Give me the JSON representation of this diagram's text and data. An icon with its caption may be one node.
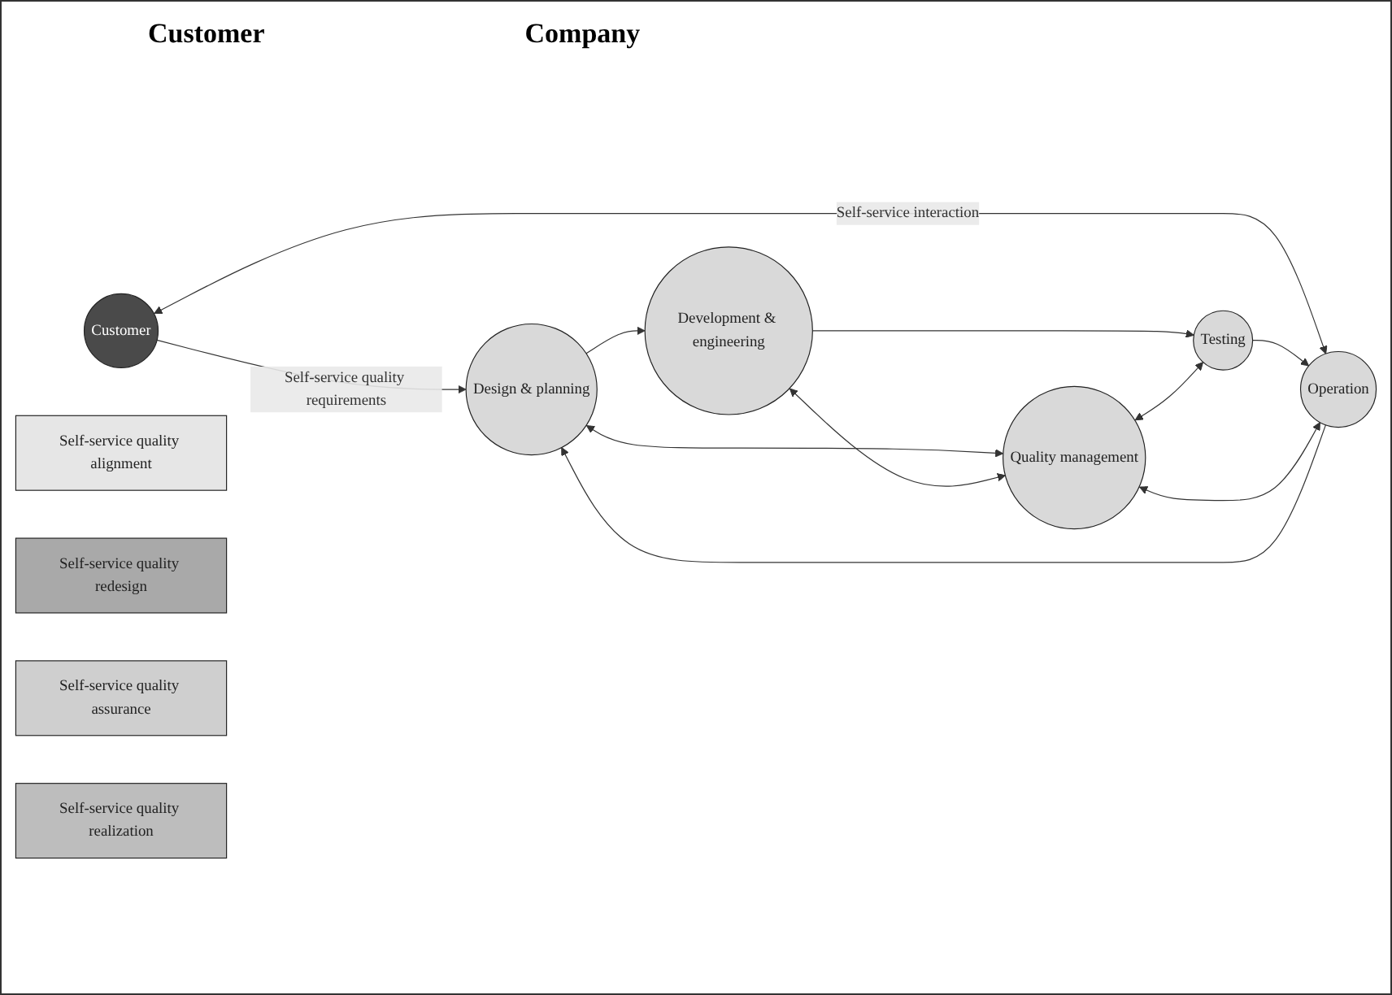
{
  "diagram": {
    "nodes": [
      {
        "text": [
          "Customer"
        ]
      },
      {
        "text": [
          "Design & planning"
        ]
      },
      {
        "text": [
          "Self-service quality alignment"
        ]
      },
      {
        "text": [
          "Development & engineering"
        ]
      },
      {
        "text": [
          "Self-service quality redesign"
        ]
      },
      {
        "text": [
          "Quality management"
        ]
      },
      {
        "text": [
          "Self-service quality assurance"
        ]
      },
      {
        "text": [
          "Operation"
        ]
      },
      {
        "text": [
          "Self-service quality realization"
        ]
      },
      {
        "text": [
          "Testing"
        ]
      }
    ],
    "edges": [
      {
        "from": 0,
        "to": 1,
        "arrow": "to",
        "label": "Self-service quality requirements"
      },
      {
        "from": 0,
        "to": 7,
        "arrow": "both",
        "label": "Self-service interaction"
      },
      {
        "from": 1,
        "to": 3,
        "arrow": "to"
      },
      {
        "from": 3,
        "to": 9,
        "arrow": "to"
      },
      {
        "from": 9,
        "to": 7,
        "arrow": "to"
      },
      {
        "from": 7,
        "to": 1,
        "arrow": "to"
      },
      {
        "from": 1,
        "to": 5,
        "arrow": "both"
      },
      {
        "from": 3,
        "to": 5,
        "arrow": "both"
      },
      {
        "from": 5,
        "to": 7,
        "arrow": "both"
      },
      {
        "from": 5,
        "to": 9,
        "arrow": "both"
      }
    ],
    "labels": [
      "Customer",
      "Company"
    ]
  }
}
